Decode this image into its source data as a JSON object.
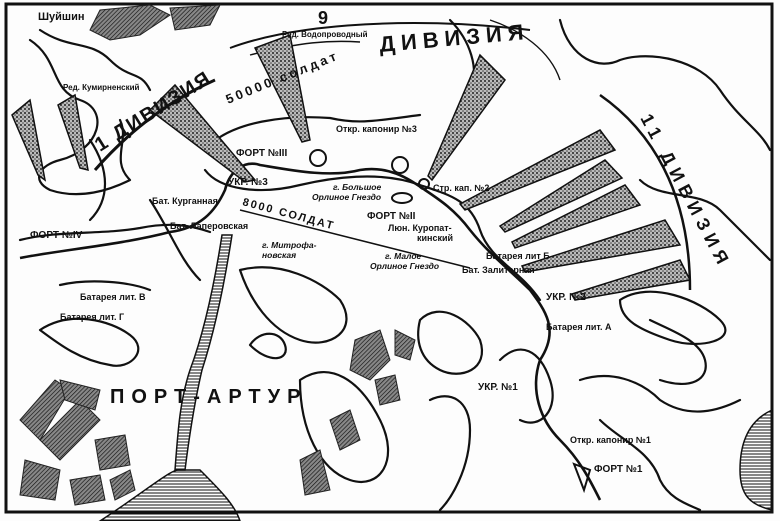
{
  "title": "ПОРТ-АРТУР",
  "divisions": {
    "first": "1 ДИВИЗИЯ",
    "ninth_number": "9",
    "ninth_word": "ДИВИЗИЯ",
    "eleventh": "11 ДИВИЗИЯ"
  },
  "troops": {
    "main": "50000 солдат",
    "secondary": "8000 СОЛДАТ"
  },
  "places": {
    "shuishin": "Шуйшин",
    "red_vodoprovodny": "Ред. Водопроводный",
    "red_kumirnensky": "Ред. Кумирненский",
    "fort3": "ФОРТ №III",
    "kaponir3": "Откр. капонир №3",
    "ukr3": "УКР. №3",
    "bat_kurgannaya": "Бат. Курганная",
    "bat_laperovskaya": "Бат. Лаперовская",
    "fort4": "ФОРТ №IV",
    "bolshoe_1": "г. Большое",
    "bolshoe_2": "Орлиное Гнездо",
    "strkap2": "Стр. кап. №2",
    "fort2": "ФОРТ №II",
    "kuropat_1": "Люн. Куропат-",
    "kuropat_2": "кинский",
    "mitrofan_1": "г. Митрофа-",
    "mitrofan_2": "новская",
    "maloe_1": "г. Малое",
    "maloe_2": "Орлиное Гнездо",
    "bat_b": "Батарея лит Б",
    "bat_zaliternaya": "Бат. Залитерная",
    "ukr2": "УКР. №2",
    "bat_a": "Батарея лит. А",
    "bat_v": "Батарея лит. В",
    "bat_g": "Батарея лит. Г",
    "ukr1": "УКР. №1",
    "kaponir1": "Откр. капонир №1",
    "fort1": "ФОРТ №1"
  }
}
